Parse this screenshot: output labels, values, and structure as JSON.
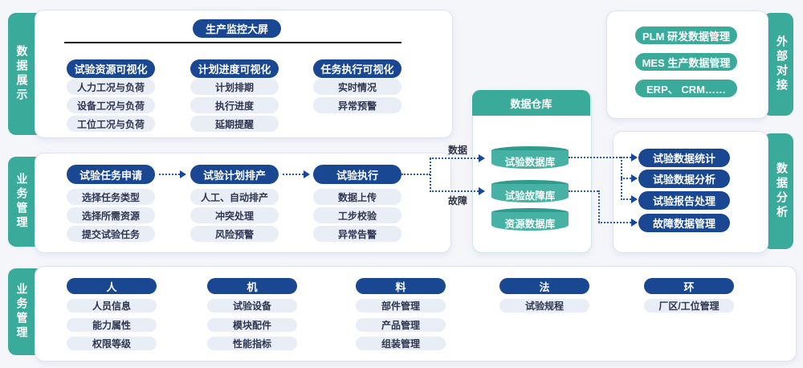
{
  "colors": {
    "teal": "#3aab9b",
    "navy": "#1a4792",
    "light_pill": "#e9edf5",
    "connector": "#2a5aa8",
    "page_bg": "#f5f6fa"
  },
  "display": {
    "tab": "数据展示",
    "title": "生产监控大屏",
    "columns": [
      {
        "header": "试验资源可视化",
        "items": [
          "人力工况与负荷",
          "设备工况与负荷",
          "工位工况与负荷"
        ]
      },
      {
        "header": "计划进度可视化",
        "items": [
          "计划排期",
          "执行进度",
          "延期提醒"
        ]
      },
      {
        "header": "任务执行可视化",
        "items": [
          "实时情况",
          "异常预警"
        ]
      }
    ]
  },
  "external": {
    "tab": "外部对接",
    "items": [
      "PLM 研发数据管理",
      "MES 生产数据管理",
      "ERP、 CRM……"
    ]
  },
  "business": {
    "tab": "业务管理",
    "columns": [
      {
        "header": "试验任务申请",
        "items": [
          "选择任务类型",
          "选择所需资源",
          "提交试验任务"
        ]
      },
      {
        "header": "试验计划排产",
        "items": [
          "人工、自动排产",
          "冲突处理",
          "风险预警"
        ]
      },
      {
        "header": "试验执行",
        "items": [
          "数据上传",
          "工步校验",
          "异常告警"
        ]
      }
    ]
  },
  "warehouse": {
    "header": "数据仓库",
    "databases": [
      "试验数据库",
      "试验故障库",
      "资源数据库"
    ],
    "flow_labels": {
      "data": "数据",
      "fault": "故障"
    }
  },
  "analysis": {
    "tab": "数据分析",
    "items": [
      "试验数据统计",
      "试验数据分析",
      "试验报告处理",
      "故障数据管理"
    ]
  },
  "resource": {
    "tab": "业务管理",
    "columns": [
      {
        "header": "人",
        "items": [
          "人员信息",
          "能力属性",
          "权限等级"
        ]
      },
      {
        "header": "机",
        "items": [
          "试验设备",
          "模块配件",
          "性能指标"
        ]
      },
      {
        "header": "料",
        "items": [
          "部件管理",
          "产品管理",
          "组装管理"
        ]
      },
      {
        "header": "法",
        "items": [
          "试验规程"
        ]
      },
      {
        "header": "环",
        "items": [
          "厂区/工位管理"
        ]
      }
    ]
  }
}
